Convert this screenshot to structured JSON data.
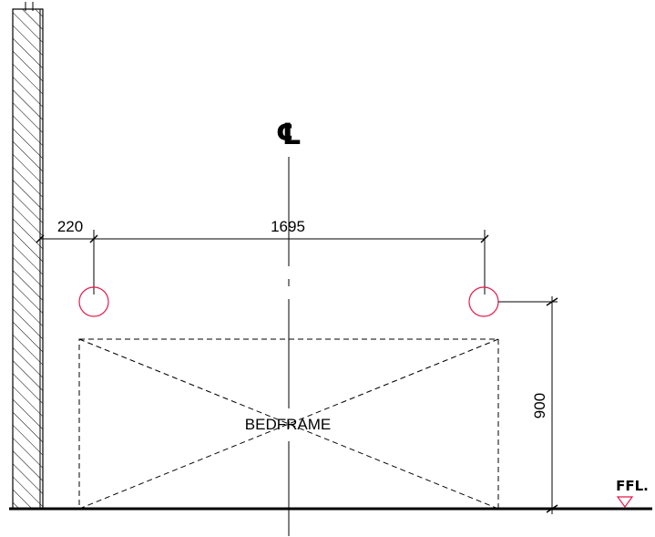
{
  "drawing": {
    "centerline_symbol": "℄",
    "bed_label": "BEDFRAME",
    "floor_label": "FFL."
  },
  "dimensions": {
    "wall_offset": "220",
    "fixture_spacing": "1695",
    "height": "900"
  },
  "colors": {
    "line": "#000000",
    "fixture": "#e6194b",
    "marker": "#e6194b"
  },
  "icons": {
    "fixture": "circle-outline",
    "floor_marker": "triangle-down"
  }
}
